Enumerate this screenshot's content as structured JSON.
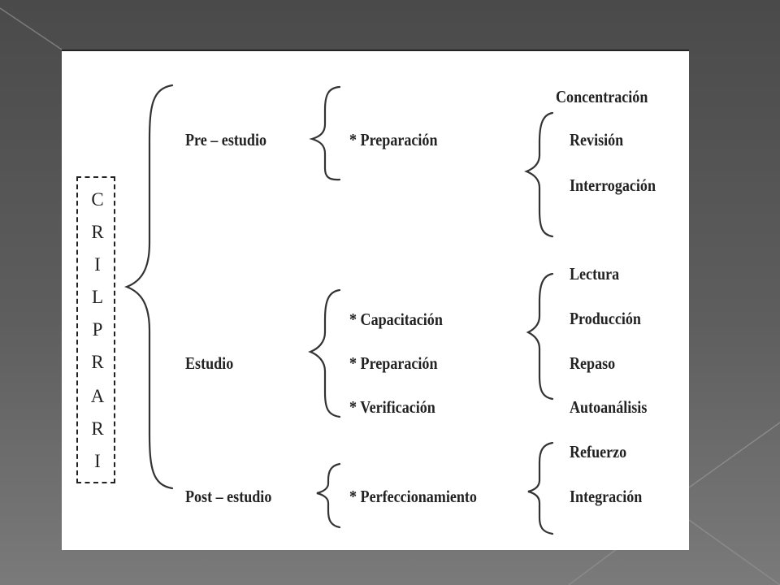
{
  "acronym": [
    "C",
    "R",
    "I",
    "L",
    "P",
    "R",
    "A",
    "R",
    "I"
  ],
  "phases": [
    {
      "label": "Pre – estudio",
      "activities": [
        "* Preparación"
      ],
      "techniques": [
        "Concentración",
        "Revisión",
        "Interrogación"
      ]
    },
    {
      "label": "Estudio",
      "activities": [
        "* Capacitación",
        "* Preparación",
        "* Verificación"
      ],
      "techniques": [
        "Lectura",
        "Producción",
        "Repaso",
        "Autoanálisis"
      ]
    },
    {
      "label": "Post – estudio",
      "activities": [
        "* Perfeccionamiento"
      ],
      "techniques": [
        "Refuerzo",
        "Integración"
      ]
    }
  ]
}
